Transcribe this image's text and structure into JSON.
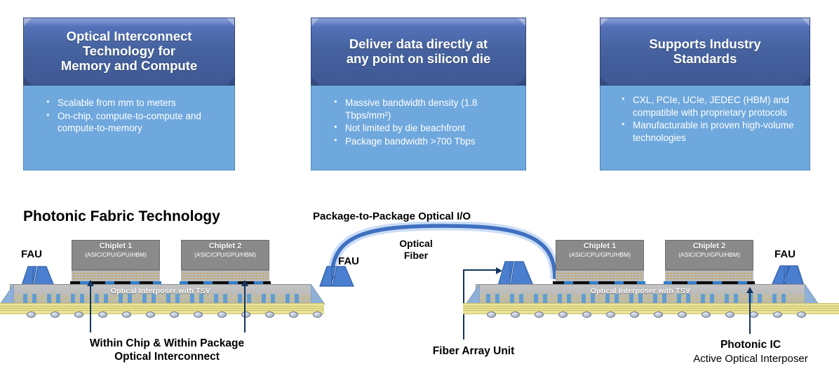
{
  "feature_boxes": [
    {
      "title": "Optical Interconnect Technology for Memory and Compute",
      "title_lines": [
        "Optical Interconnect",
        "Technology for",
        "Memory and Compute"
      ],
      "bullets": [
        "Scalable from mm to meters",
        "On-chip, compute-to-compute and compute-to-memory"
      ]
    },
    {
      "title": "Deliver data directly at any point on silicon die",
      "title_lines": [
        "Deliver data directly at",
        "any point on silicon die"
      ],
      "bullets": [
        "Massive bandwidth density (1.8 Tbps/mm²)",
        "Not limited by die beachfront",
        "Package bandwidth >700 Tbps"
      ]
    },
    {
      "title": "Supports Industry Standards",
      "title_lines": [
        "Supports Industry",
        "Standards"
      ],
      "bullets": [
        "CXL, PCIe, UCIe, JEDEC (HBM) and compatible with proprietary protocols",
        "Manufacturable in proven high-volume technologies"
      ]
    }
  ],
  "diagram": {
    "heading_left": "Photonic Fabric Technology",
    "heading_center": "Package-to-Package Optical I/O",
    "fiber_label_line1": "Optical",
    "fiber_label_line2": "Fiber",
    "fau_label": "FAU",
    "interposer_label": "Optical Interposer with TSV",
    "chiplets": [
      {
        "name": "Chiplet 1",
        "sub": "(ASIC/CPU/GPU/HBM)"
      },
      {
        "name": "Chiplet 2",
        "sub": "(ASIC/CPU/GPU/HBM)"
      }
    ],
    "callouts": {
      "left_line1": "Within Chip & Within Package",
      "left_line2": "Optical Interconnect",
      "center": "Fiber Array Unit",
      "right_line1": "Photonic IC",
      "right_line2": "Active Optical Interposer"
    }
  },
  "colors": {
    "header_blue_top": "#5a77c4",
    "header_blue_bottom": "#3e5894",
    "body_blue": "#6fa8dd",
    "chiplet_gray": "#8a8a8a",
    "interposer_gray": "#bdbdbd",
    "substrate_yellow": "#e8e39a",
    "fiber_blue": "#3f6fc0",
    "fau_blue": "#4a7fd0",
    "arrow_navy": "#14355f",
    "routing_orange": "#d79b28"
  }
}
